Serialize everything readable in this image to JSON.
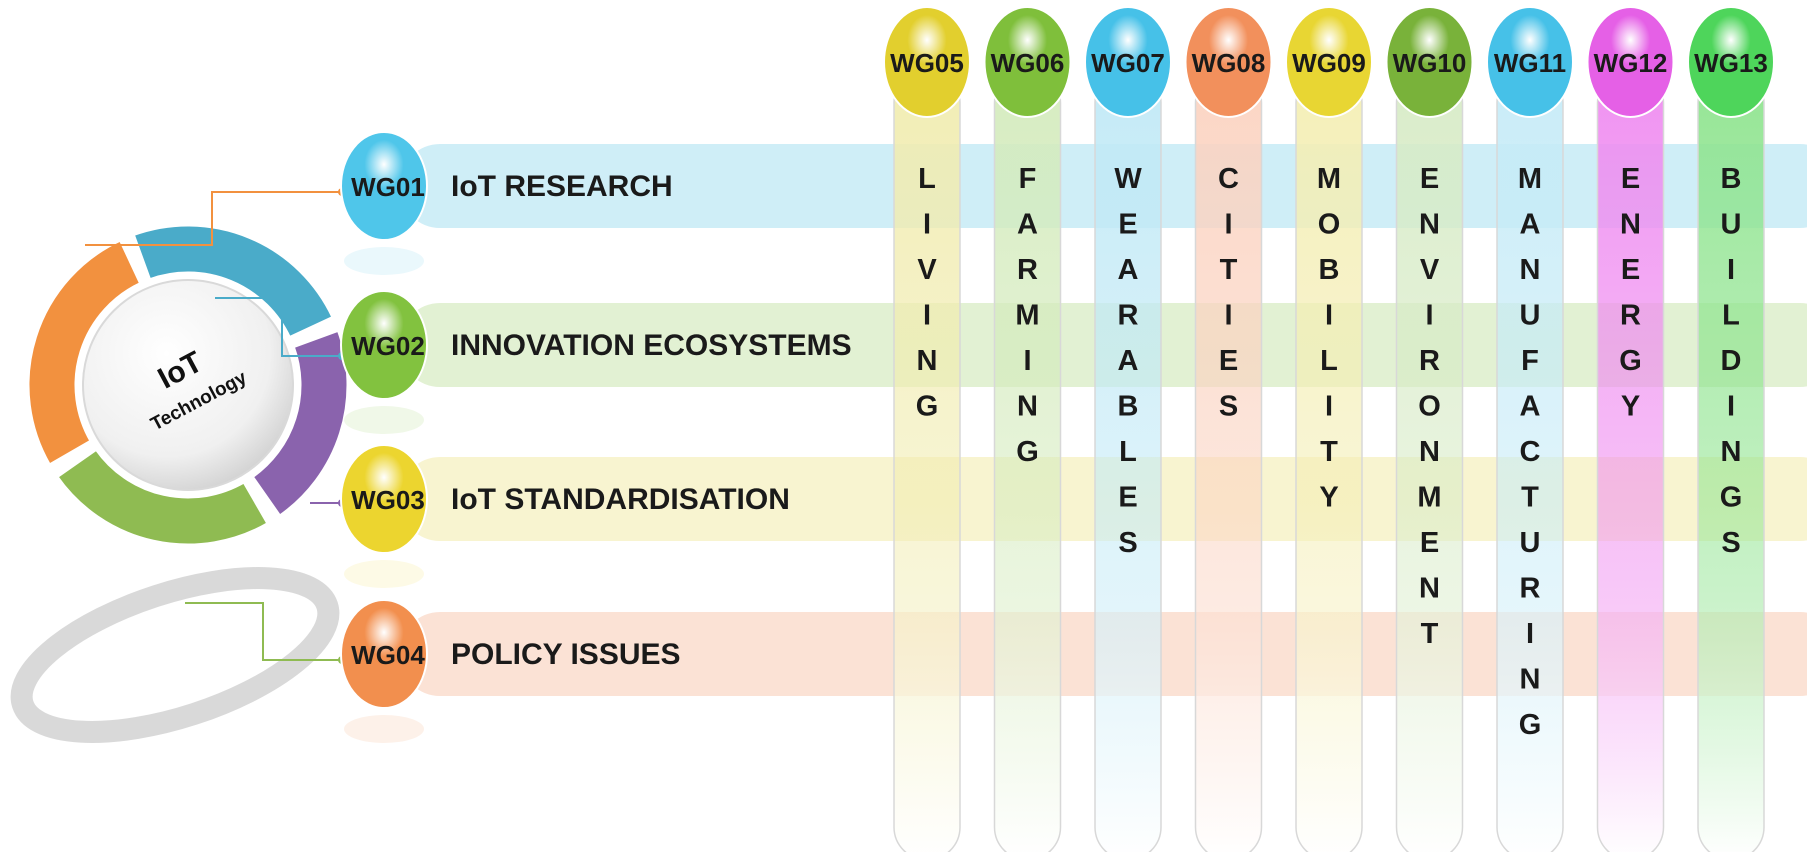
{
  "hub": {
    "title": "IoT",
    "subtitle": "Technology",
    "segment_colors": [
      "#f2913f",
      "#4aabc9",
      "#8a63ad",
      "#8fbb52"
    ]
  },
  "horizontal_groups": [
    {
      "code": "WG01",
      "label": "IoT RESEARCH",
      "color": "#4fc6ea",
      "band": "#bfe8f4"
    },
    {
      "code": "WG02",
      "label": "INNOVATION ECOSYSTEMS",
      "color": "#82c23f",
      "band": "#d8ecc4"
    },
    {
      "code": "WG03",
      "label": "IoT STANDARDISATION",
      "color": "#ecd52f",
      "band": "#f6f0c0"
    },
    {
      "code": "WG04",
      "label": "POLICY ISSUES",
      "color": "#f28f4e",
      "band": "#fad8c7"
    }
  ],
  "vertical_groups": [
    {
      "code": "WG05",
      "label": "LIVING",
      "color": "#e2cf2e",
      "band": "#f1ecb0"
    },
    {
      "code": "WG06",
      "label": "FARMING",
      "color": "#7fbf3b",
      "band": "#d4ebbd"
    },
    {
      "code": "WG07",
      "label": "WEARABLES",
      "color": "#46c1e8",
      "band": "#c1e9f6"
    },
    {
      "code": "WG08",
      "label": "CITIES",
      "color": "#f2905c",
      "band": "#fbd3c1"
    },
    {
      "code": "WG09",
      "label": "MOBILITY",
      "color": "#e8d633",
      "band": "#f4eeb4"
    },
    {
      "code": "WG10",
      "label": "ENVIRONMENT",
      "color": "#79b23a",
      "band": "#d7ebc6"
    },
    {
      "code": "WG11",
      "label": "MANUFACTURING",
      "color": "#46c1e8",
      "band": "#c6ebf7"
    },
    {
      "code": "WG12",
      "label": "ENERGY",
      "color": "#e560e6",
      "band": "#ef8cf0"
    },
    {
      "code": "WG13",
      "label": "BUILDINGS",
      "color": "#4ed55b",
      "band": "#8fe48f"
    }
  ]
}
